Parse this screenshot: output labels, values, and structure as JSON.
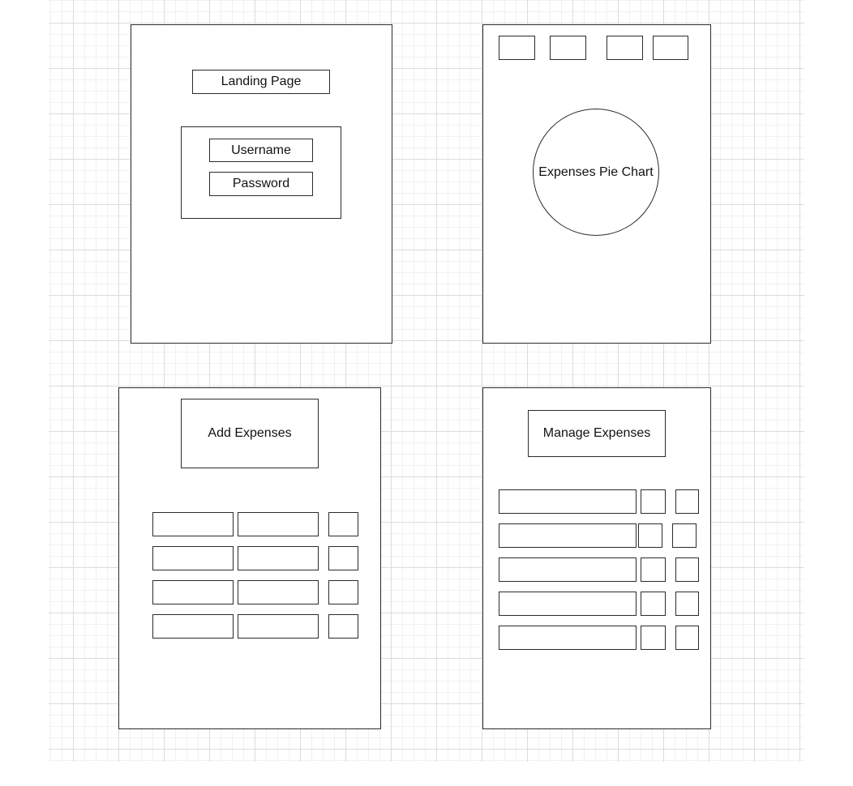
{
  "landing": {
    "title": "Landing Page",
    "username_label": "Username",
    "password_label": "Password"
  },
  "dashboard": {
    "pie_chart_label": "Expenses Pie Chart"
  },
  "add_expenses": {
    "title": "Add Expenses"
  },
  "manage_expenses": {
    "title": "Manage Expenses"
  }
}
